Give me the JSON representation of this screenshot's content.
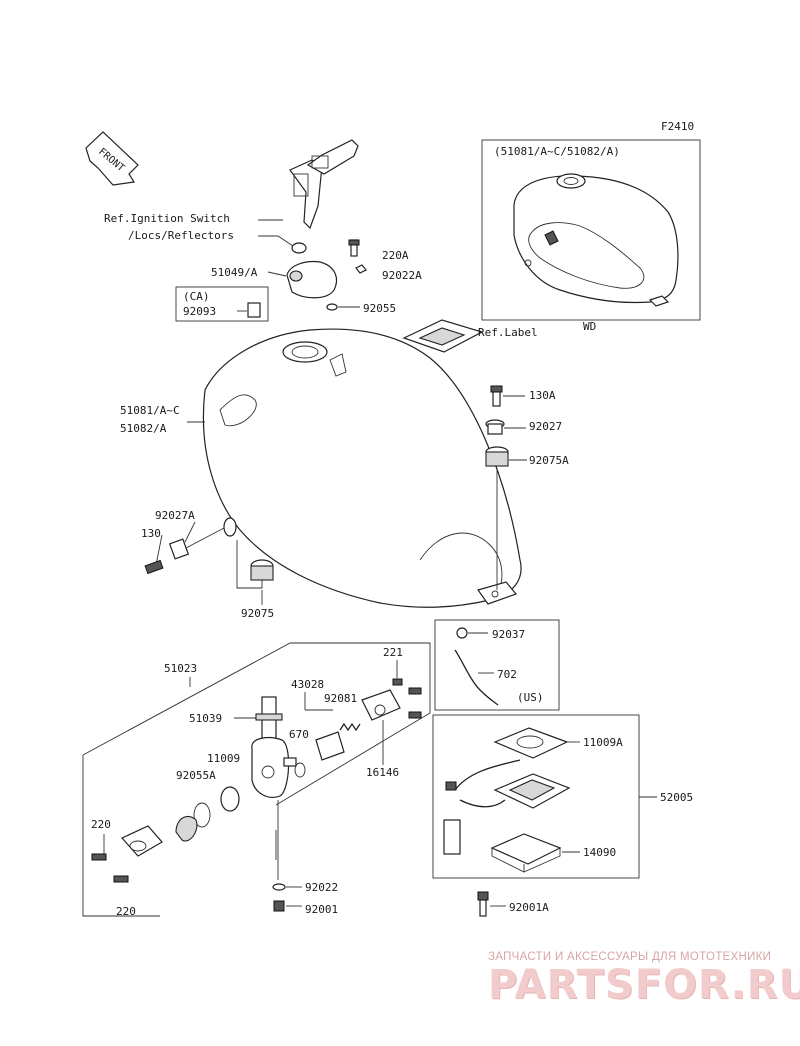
{
  "figure_code": "F2410",
  "front_label": "FRONT",
  "inset": {
    "title": "(51081/A~C/51082/A)",
    "sub": "WD"
  },
  "labels": {
    "ref_ignition_1": "Ref.Ignition Switch",
    "ref_ignition_2": "/Locs/Reflectors",
    "p220A": "220A",
    "p51049A": "51049/A",
    "p92022A": "92022A",
    "ca": "(CA)",
    "p92093": "92093",
    "p92055": "92055",
    "ref_label": "Ref.Label",
    "tank_1": "51081/A~C",
    "tank_2": "51082/A",
    "p130A": "130A",
    "p92027": "92027",
    "p92075A": "92075A",
    "p92027A": "92027A",
    "p130": "130",
    "p92075": "92075",
    "p92037": "92037",
    "p702": "702",
    "us": "(US)",
    "p51023": "51023",
    "p221": "221",
    "p43028": "43028",
    "p92081": "92081",
    "p51039": "51039",
    "p670": "670",
    "p16146": "16146",
    "p11009": "11009",
    "p92055A": "92055A",
    "p220": "220",
    "p220b": "220",
    "p92022": "92022",
    "p92001": "92001",
    "p11009A": "11009A",
    "p52005": "52005",
    "p14090": "14090",
    "p92001A": "92001A"
  },
  "watermark": {
    "tagline": "ЗАПЧАСТИ И АКСЕССУАРЫ ДЛЯ МОТОТЕХНИКИ",
    "brand": "PARTSFOR.RU",
    "color": "#f2cccc"
  }
}
